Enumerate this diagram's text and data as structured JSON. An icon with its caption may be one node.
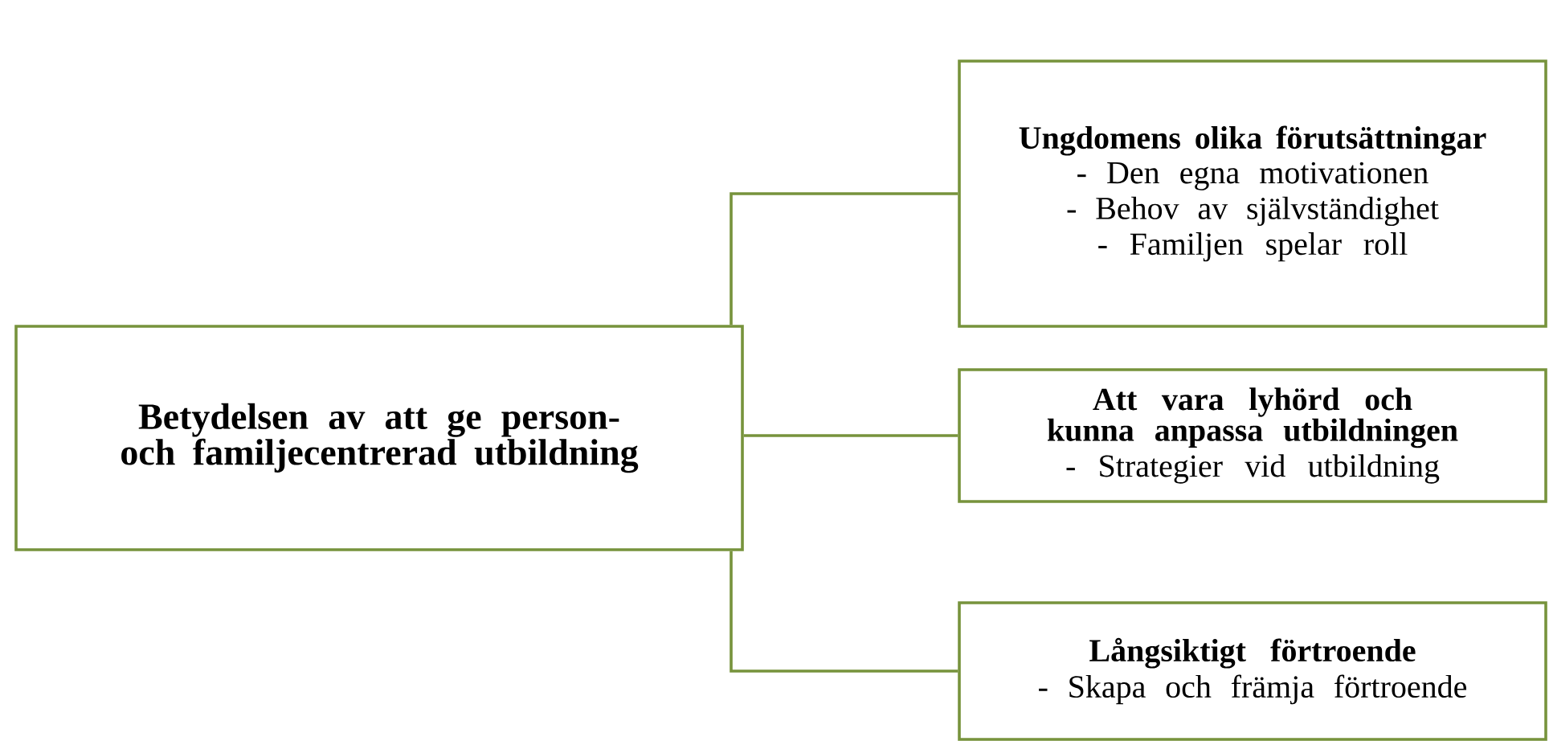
{
  "diagram": {
    "nodes": [
      {
        "text": [
          "Betydelsen av att ge person- och familjecentrerad utbildning"
        ]
      },
      {
        "text": [
          "Ungdomens olika förutsättningar",
          "- Den egna motivationen",
          "- Behov av självständighet",
          "- Familjen spelar roll"
        ]
      },
      {
        "text": [
          "Att vara lyhörd och kunna anpassa utbildningen",
          "- Strategier vid utbildning"
        ]
      },
      {
        "text": [
          "Långsiktigt förtroende",
          "- Skapa och främja förtroende"
        ]
      }
    ],
    "edges": [
      {
        "from": 0,
        "to": 1,
        "arrow": "none"
      },
      {
        "from": 0,
        "to": 2,
        "arrow": "none"
      },
      {
        "from": 0,
        "to": 3,
        "arrow": "none"
      }
    ]
  }
}
